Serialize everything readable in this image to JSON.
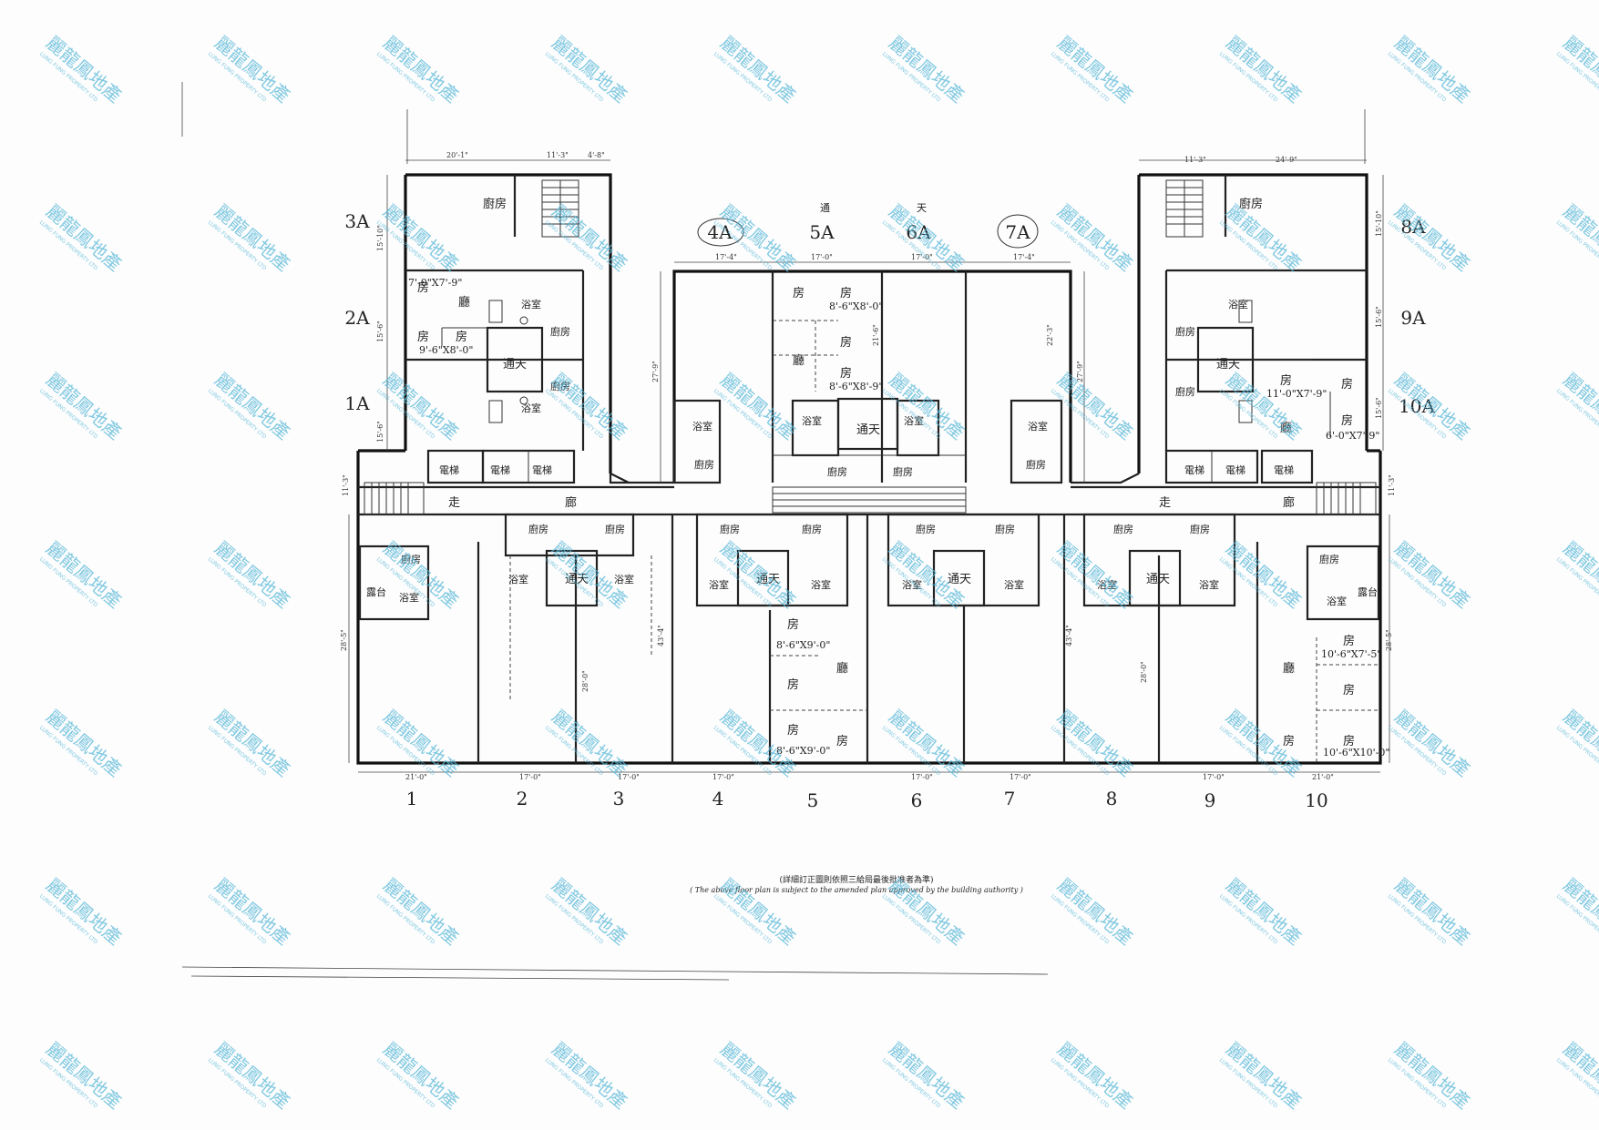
{
  "units_top": [
    "4A",
    "5A",
    "6A",
    "7A"
  ],
  "units_left": [
    "3A",
    "2A",
    "1A"
  ],
  "units_right": [
    "8A",
    "9A",
    "10A"
  ],
  "columns_bottom": [
    "1",
    "2",
    "3",
    "4",
    "5",
    "6",
    "7",
    "8",
    "9",
    "10"
  ],
  "rooms": {
    "bedroom": "房",
    "living": "廳",
    "kitchen_bedroom": "廚房",
    "kitchen": "廚",
    "bath": "浴室",
    "lightwell": "通天",
    "lightwell_a": "通",
    "lightwell_b": "天",
    "lift": "電梯",
    "corridor_a": "走",
    "corridor_b": "廊",
    "balcony": "露台"
  },
  "dimensions": {
    "top_left_a": "20'-1\"",
    "top_left_b": "11'-3\"",
    "top_left_c": "4'-8\"",
    "top_right_a": "11'-3\"",
    "top_right_b": "24'-9\"",
    "mid_top_1": "17'-4\"",
    "mid_top_2": "17'-0\"",
    "mid_top_3": "17'-0\"",
    "mid_top_4": "17'-4\"",
    "bottom_1": "21'-0\"",
    "bottom_2": "17'-0\"",
    "bottom_3": "17'-0\"",
    "bottom_4": "17'-0\"",
    "bottom_5": "17'-0\"",
    "bottom_6": "17'-0\"",
    "bottom_7": "17'-0\"",
    "bottom_8": "21'-0\"",
    "room_2a_1": "7'-0\"X7'-9\"",
    "room_2a_2": "9'-6\"X8'-0\"",
    "room_5a_1": "8'-6\"X8'-0\"",
    "room_5a_2": "8'-6\"X8'-9\"",
    "room_10a_1": "11'-0\"X7'-9\"",
    "room_10a_2": "6'-0\"X7'-9\"",
    "room_5_1": "8'-6\"X9'-0\"",
    "room_5_2": "8'-6\"X9'-0\"",
    "room_10_1": "10'-6\"X7'-5\"",
    "room_10_2": "10'-6\"X10'-0\"",
    "left_v1": "15'-10\"",
    "left_v2": "15'-6\"",
    "left_v3": "15'-6\"",
    "right_v1": "15'-10\"",
    "right_v2": "15'-6\"",
    "right_v3": "15'-6\"",
    "mid_v_left": "27'-9\"",
    "mid_v_right": "27'-9\"",
    "mid_v_5a": "21'-6\"",
    "mid_v_7a": "22'-3\"",
    "bottom_v_left": "28'-5\"",
    "bottom_v_right": "28'-5\"",
    "bottom_v_3": "43'-4\"",
    "bottom_v_8": "43'-4\"",
    "bottom_v_3b": "28'-0\"",
    "bottom_v_9": "28'-0\"",
    "corr_l": "11'-3\"",
    "corr_r": "11'-3\""
  },
  "note_zh": "(詳細訂正圖則依照三給局最後批准者為準)",
  "note_en": "( The above floor plan is subject to the amended plan approved by the building authority )",
  "watermark": {
    "brand": "麗龍鳳地產",
    "sub": "LUNG FUNG PROPERTY LTD",
    "color": "#59b8d8"
  }
}
